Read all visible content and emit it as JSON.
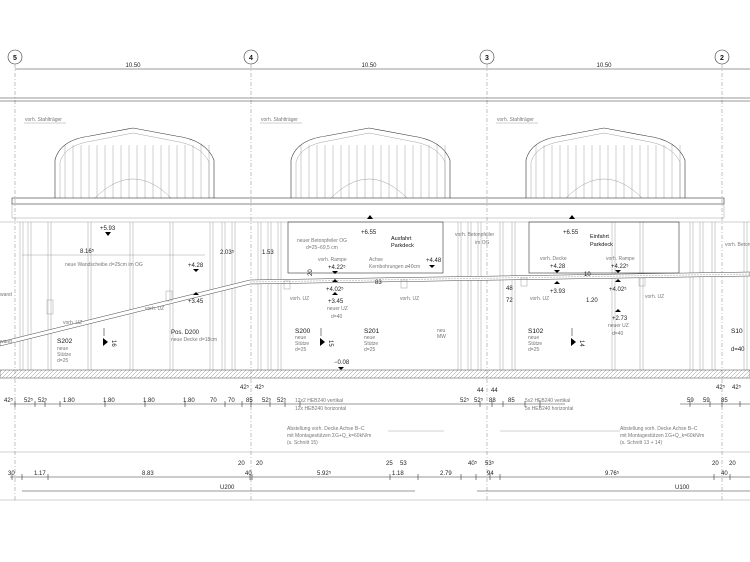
{
  "axes": {
    "a5": "5",
    "a4": "4",
    "a3": "3",
    "a2": "2"
  },
  "spans": [
    "10.50",
    "10.50",
    "10.50"
  ],
  "steel": [
    "vorh. Stahlträger",
    "vorh. Stahlträger",
    "vorh. Stahlträger"
  ],
  "levels": {
    "l593": "+5.93",
    "l655a": "+6.55",
    "l655b": "+6.55",
    "l428a": "+4.28",
    "l345a": "+3.45",
    "l4225a": "+4.22⁵",
    "l4025a": "+4.02⁵",
    "l345b": "+3.45",
    "l448": "+4.48",
    "l428b": "+4.28",
    "l393": "+3.93",
    "l4225b": "+4.22⁵",
    "l4025b": "+4.02⁵",
    "l273": "+2.73",
    "l008": "−0.08"
  },
  "notes": {
    "wall": "neue Wandscheibe d=25cm im OG",
    "pier": "neuer Betonpfeiler OG",
    "pierd": "d=25–69,5 cm",
    "pier2": "vorh. Betonpfeiler",
    "pier2b": "im OG",
    "exit1": "Ausfahrt",
    "exit2": "Parkdeck",
    "entry1": "Einfahrt",
    "entry2": "Parkdeck",
    "ramp1": "vorh. Rampe",
    "ramp2": "vorh. Rampe",
    "deck": "vorh. Decke",
    "axis1": "Achse",
    "axis2": "Kernbohrungen ø40cm",
    "uz": "vorh. UZ",
    "newuz": "neuer UZ",
    "d40": "d=40",
    "pos": "Pos. D200",
    "posd": "neue Decke d=18cm",
    "s202": "S202",
    "s200": "S200",
    "s201": "S201",
    "s102": "S102",
    "s10": "S10",
    "neue": "neue",
    "stuetze": "Stütze",
    "d25": "d=25",
    "d40b": "d=40",
    "mw1": "neu",
    "mw2": "MW",
    "wand": "wand",
    "d8165": "8.16⁵",
    "d2035": "2.03⁵",
    "d153": "1.53",
    "d20": "20",
    "d83": "83",
    "d48": "48",
    "d72": "72",
    "d120": "1.20",
    "d10": "10",
    "sec16": "16",
    "sec15": "15",
    "sec14": "14"
  },
  "dimrow": [
    "42⁵",
    "52⁵",
    "52⁵",
    "1.80",
    "1.80",
    "1.80",
    "1.80",
    "70",
    "70",
    "85",
    "52⁵",
    "52⁵",
    "42⁵",
    "42⁵",
    "52⁵",
    "52⁵",
    "88",
    "85",
    "44",
    "44",
    "59",
    "59",
    "85",
    "42⁵",
    "42⁵"
  ],
  "heb1": [
    "12x2  HEB240  vertikal",
    "12x  HEB240  horizontal"
  ],
  "heb2": [
    "5x2  HEB240  vertikal",
    "5x  HEB240  horizontal"
  ],
  "abst1": [
    "Abstellung vorh. Decke Achse B–C",
    "mit Montagestützen ΣG+Q_k=60kN/m",
    "(s. Schnitt 15)"
  ],
  "abst2": [
    "Abstellung vorh. Decke Achse B–C",
    "mit Montagestützen ΣG+Q_k=60kN/m",
    "(s. Schnitt 13 + 14)"
  ],
  "bottom": [
    "20",
    "20",
    "30",
    "1.17",
    "8.83",
    "40",
    "5.92⁵",
    "25",
    "53",
    "1.18",
    "2.79",
    "40⁵",
    "53⁵",
    "94",
    "9.76⁵",
    "20",
    "20",
    "40"
  ],
  "beams": {
    "u200": "U200",
    "u100": "U100"
  }
}
